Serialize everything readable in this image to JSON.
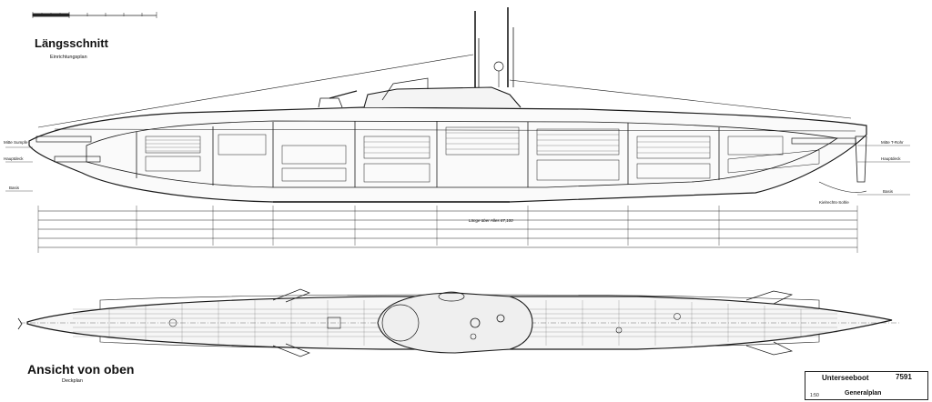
{
  "side_view": {
    "title": "Längsschnitt",
    "subtitle": "Einrichtungsplan"
  },
  "top_view": {
    "title": "Ansicht von oben",
    "subtitle": "Deckplan"
  },
  "title_block": {
    "name": "Unterseeboot",
    "number": "7591",
    "sheet_title": "Generalplan",
    "scale": "1:50"
  },
  "side_labels": {
    "left_wl1": "Mitte Sumpfe",
    "left_wl2": "Hauptdeck",
    "left_base": "Basis",
    "right_wl1": "Mitte T-Rohr",
    "right_wl2": "Hauptdeck",
    "right_base": "Basis",
    "kiel": "Kielrechts-Sohle",
    "total_length": "Länge über Alles 67,100"
  },
  "colors": {
    "ink": "#1a1a1a",
    "paper": "#ffffff"
  }
}
